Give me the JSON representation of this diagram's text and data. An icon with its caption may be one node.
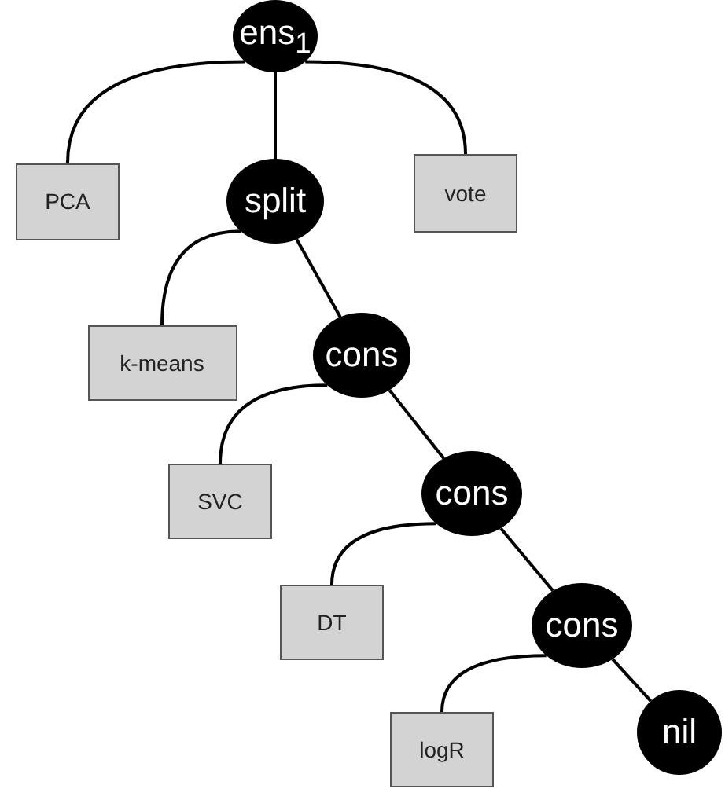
{
  "diagram": {
    "nodes": [
      {
        "text": [
          "ens$_{1}$"
        ]
      },
      {
        "text": [
          "PCA"
        ]
      },
      {
        "text": [
          "split"
        ]
      },
      {
        "text": [
          "vote"
        ]
      },
      {
        "text": [
          "k-means"
        ]
      },
      {
        "text": [
          "cons"
        ]
      },
      {
        "text": [
          "SVC"
        ]
      },
      {
        "text": [
          "cons"
        ]
      },
      {
        "text": [
          "DT"
        ]
      },
      {
        "text": [
          "cons"
        ]
      },
      {
        "text": [
          "logR"
        ]
      },
      {
        "text": [
          "nil"
        ]
      }
    ],
    "edges": [
      {
        "from": 0,
        "to": 1,
        "arrow": "none"
      },
      {
        "from": 0,
        "to": 2,
        "arrow": "none"
      },
      {
        "from": 0,
        "to": 3,
        "arrow": "none"
      },
      {
        "from": 2,
        "to": 4,
        "arrow": "none"
      },
      {
        "from": 2,
        "to": 5,
        "arrow": "none"
      },
      {
        "from": 5,
        "to": 6,
        "arrow": "none"
      },
      {
        "from": 5,
        "to": 7,
        "arrow": "none"
      },
      {
        "from": 7,
        "to": 8,
        "arrow": "none"
      },
      {
        "from": 7,
        "to": 9,
        "arrow": "none"
      },
      {
        "from": 9,
        "to": 10,
        "arrow": "none"
      },
      {
        "from": 9,
        "to": 11,
        "arrow": "none"
      }
    ]
  }
}
